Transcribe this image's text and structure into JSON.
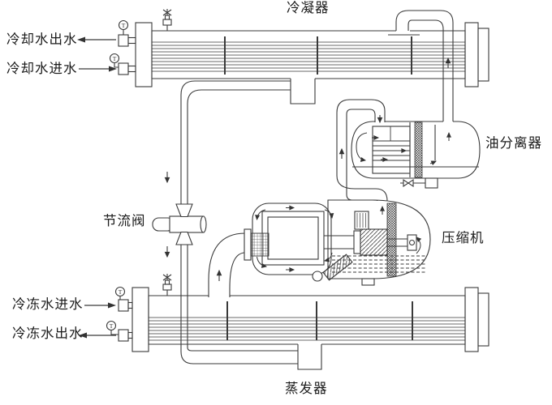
{
  "diagram": {
    "type": "refrigeration-cycle-schematic",
    "background": "#ffffff",
    "line_color": "#3a3a3a",
    "text_color": "#1c1c1c",
    "equipment_labels": {
      "condenser": "冷凝器",
      "oil_separator": "油分离器",
      "compressor": "压缩机",
      "throttle_valve": "节流阀",
      "evaporator": "蒸发器"
    },
    "port_labels": {
      "cooling_water_outlet": "冷却水出水",
      "cooling_water_inlet": "冷却水进水",
      "chilled_water_inlet": "冷冻水进水",
      "chilled_water_outlet": "冷冻水出水"
    },
    "instrument_symbol": "T",
    "flow_directions": {
      "cooling_water_outlet": "left-out",
      "cooling_water_inlet": "right-in",
      "chilled_water_inlet": "right-in",
      "chilled_water_outlet": "left-out"
    }
  }
}
